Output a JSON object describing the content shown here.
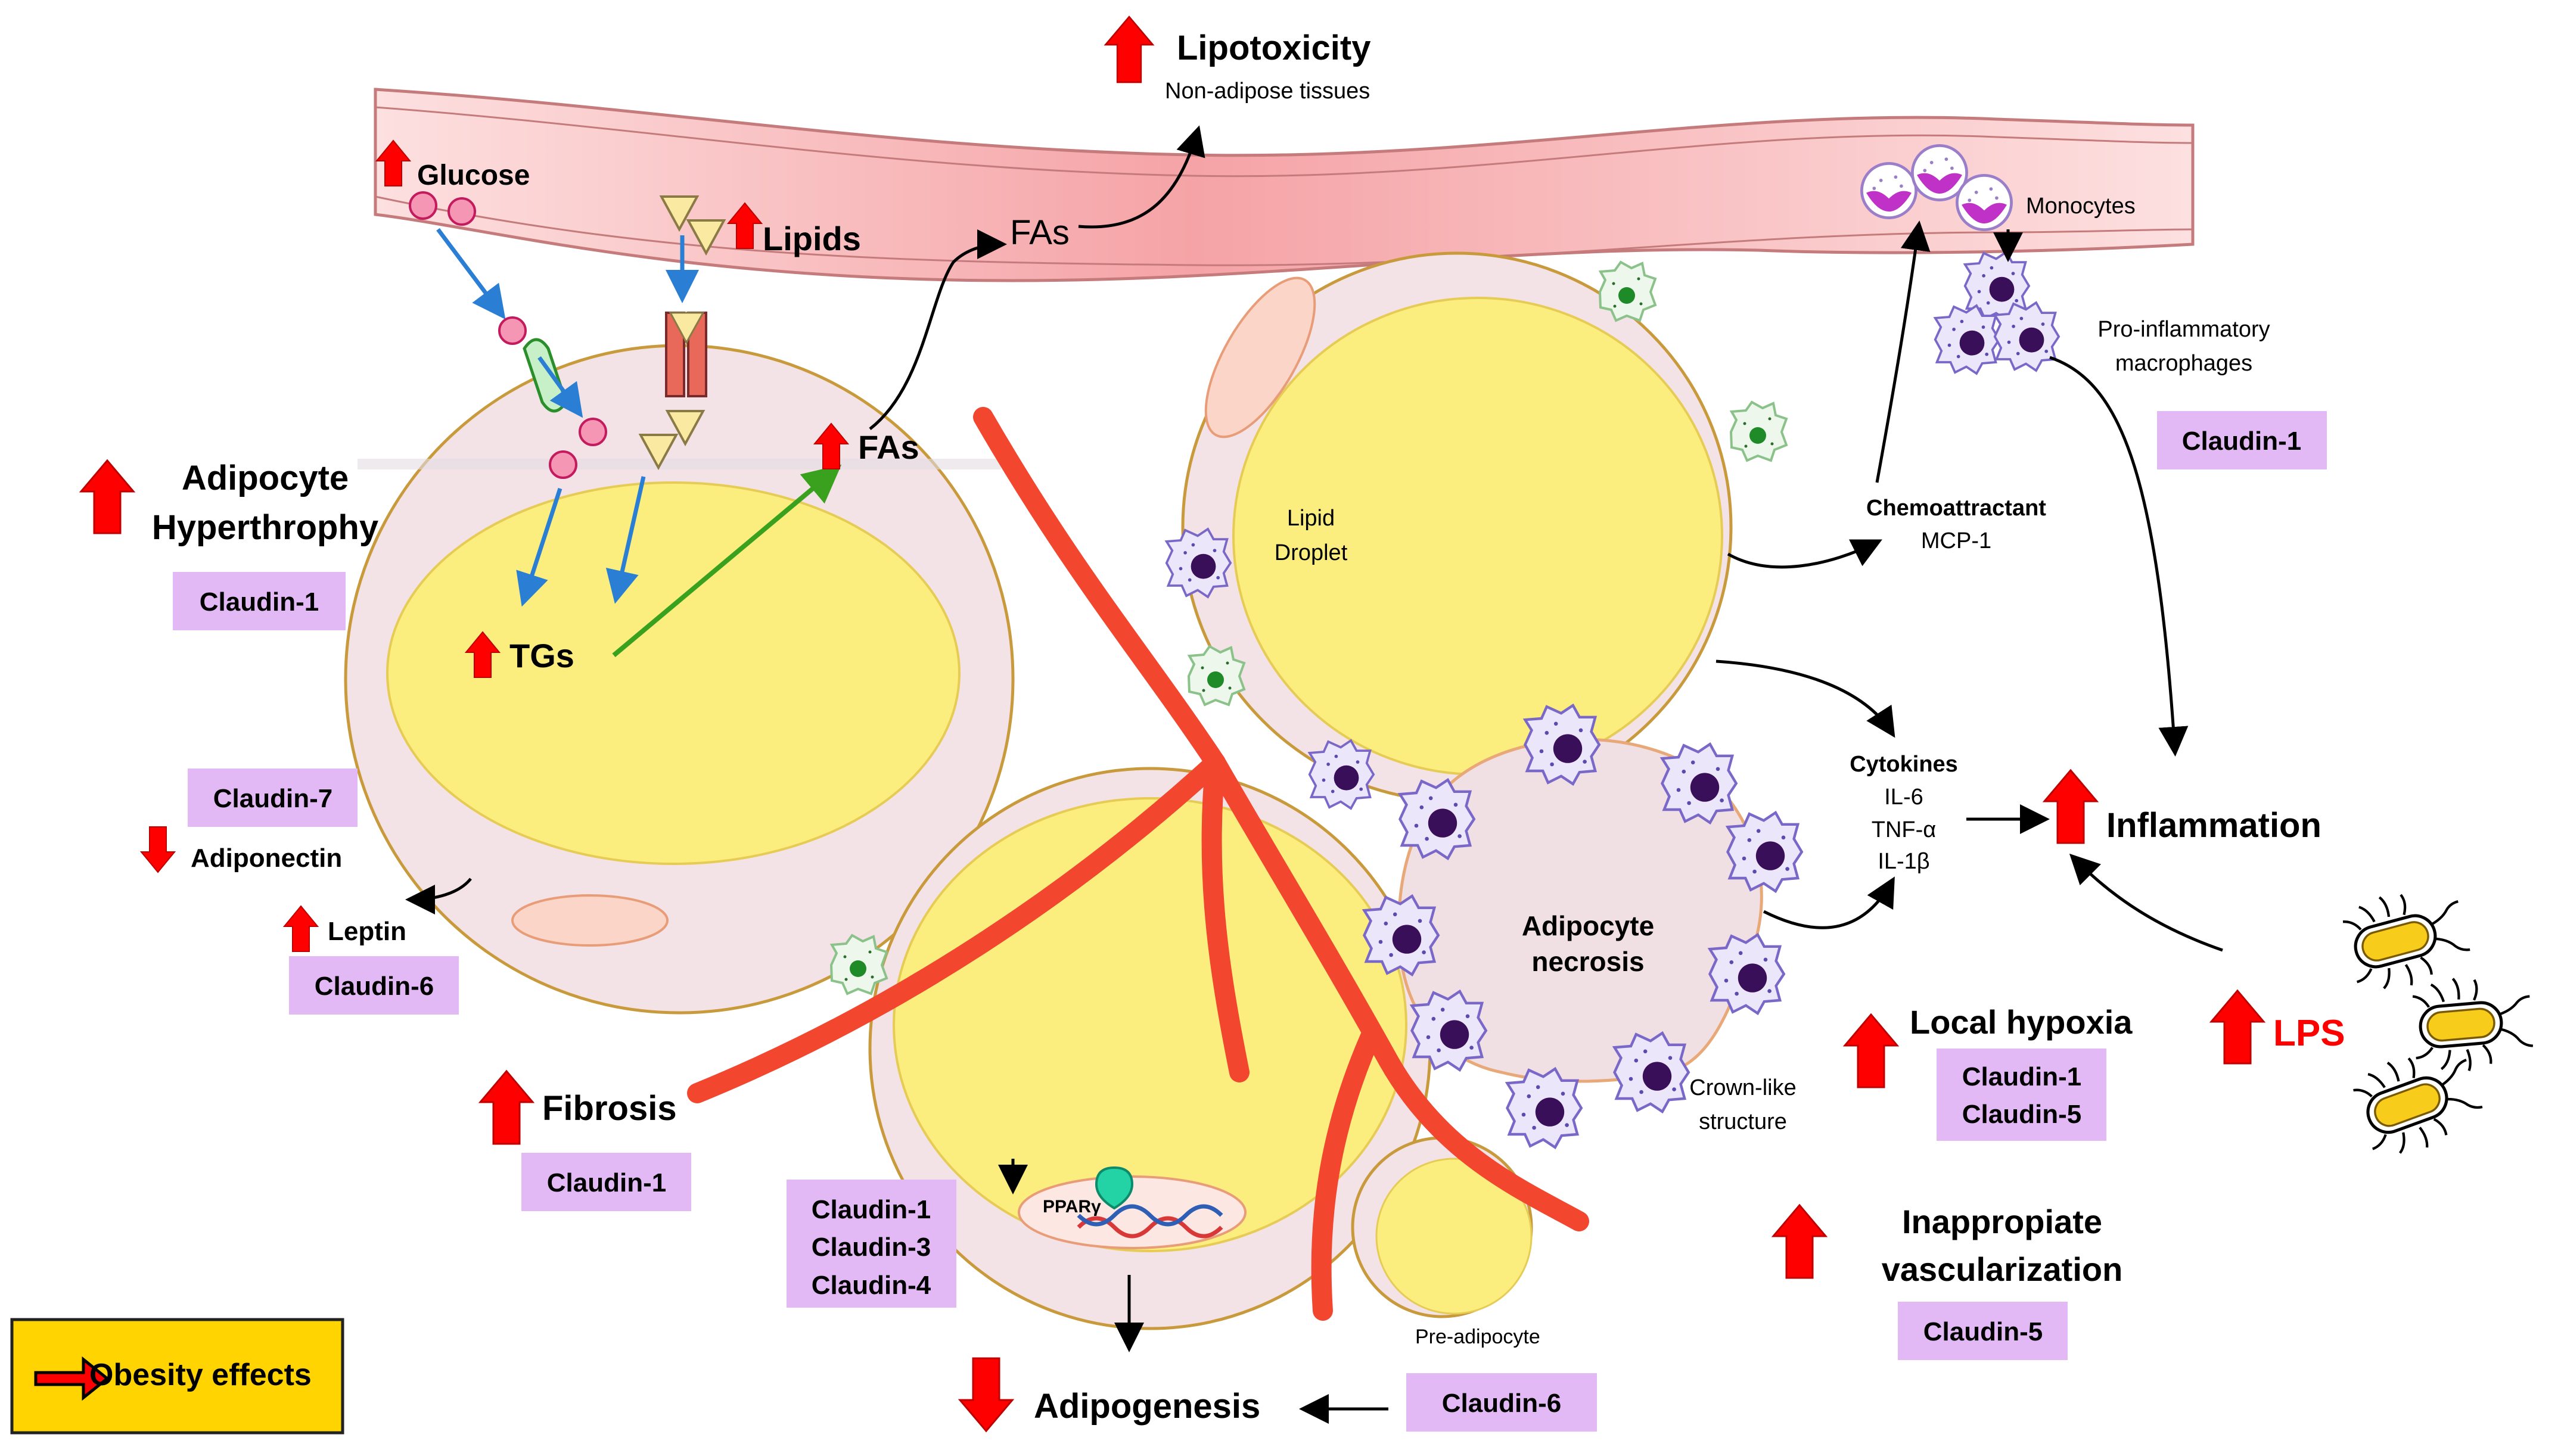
{
  "top": {
    "lipotoxicity": "Lipotoxicity",
    "non_adipose": "Non-adipose tissues",
    "glucose": "Glucose",
    "lipids": "Lipids",
    "fas_vessel": "FAs",
    "monocytes": "Monocytes"
  },
  "left": {
    "hypertrophy_line1": "Adipocyte",
    "hypertrophy_line2": "Hyperthrophy",
    "claudin1": "Claudin-1",
    "tgs": "TGs",
    "fas": "FAs",
    "claudin7": "Claudin-7",
    "adiponectin": "Adiponectin",
    "leptin": "Leptin",
    "claudin6": "Claudin-6",
    "fibrosis": "Fibrosis",
    "fibrosis_claudin": "Claudin-1"
  },
  "center": {
    "lipid_droplet_1": "Lipid",
    "lipid_droplet_2": "Droplet",
    "necrosis_1": "Adipocyte",
    "necrosis_2": "necrosis",
    "crown_1": "Crown-like",
    "crown_2": "structure",
    "pparg": "PPARγ",
    "claudins_a": [
      "Claudin-1",
      "Claudin-3",
      "Claudin-4"
    ],
    "pre_adipocyte": "Pre-adipocyte",
    "adipogenesis": "Adipogenesis",
    "adipogenesis_claudin": "Claudin-6"
  },
  "right": {
    "proinflam_1": "Pro-inflammatory",
    "proinflam_2": "macrophages",
    "macro_claudin": "Claudin-1",
    "chemo_1": "Chemoattractant",
    "chemo_2": "MCP-1",
    "cytokines_title": "Cytokines",
    "cytokines": [
      "IL-6",
      "TNF-α",
      "IL-1β"
    ],
    "inflammation": "Inflammation",
    "hypoxia": "Local hypoxia",
    "hypoxia_claudins": [
      "Claudin-1",
      "Claudin-5"
    ],
    "lps": "LPS",
    "vasc_1": "Inappropiate",
    "vasc_2": "vascularization",
    "vasc_claudin": "Claudin-5"
  },
  "legend": {
    "label": "Obesity effects"
  },
  "colors": {
    "up_arrow": "#ff0000",
    "claudin_box": "#e2b9f5",
    "fat": "#fbee7f",
    "cell_membrane": "#c89a3c",
    "vessel": "#f8b6b6",
    "fibrosis": "#f2462f",
    "legend_fill": "#ffd400",
    "lps_text": "#ff0000"
  }
}
